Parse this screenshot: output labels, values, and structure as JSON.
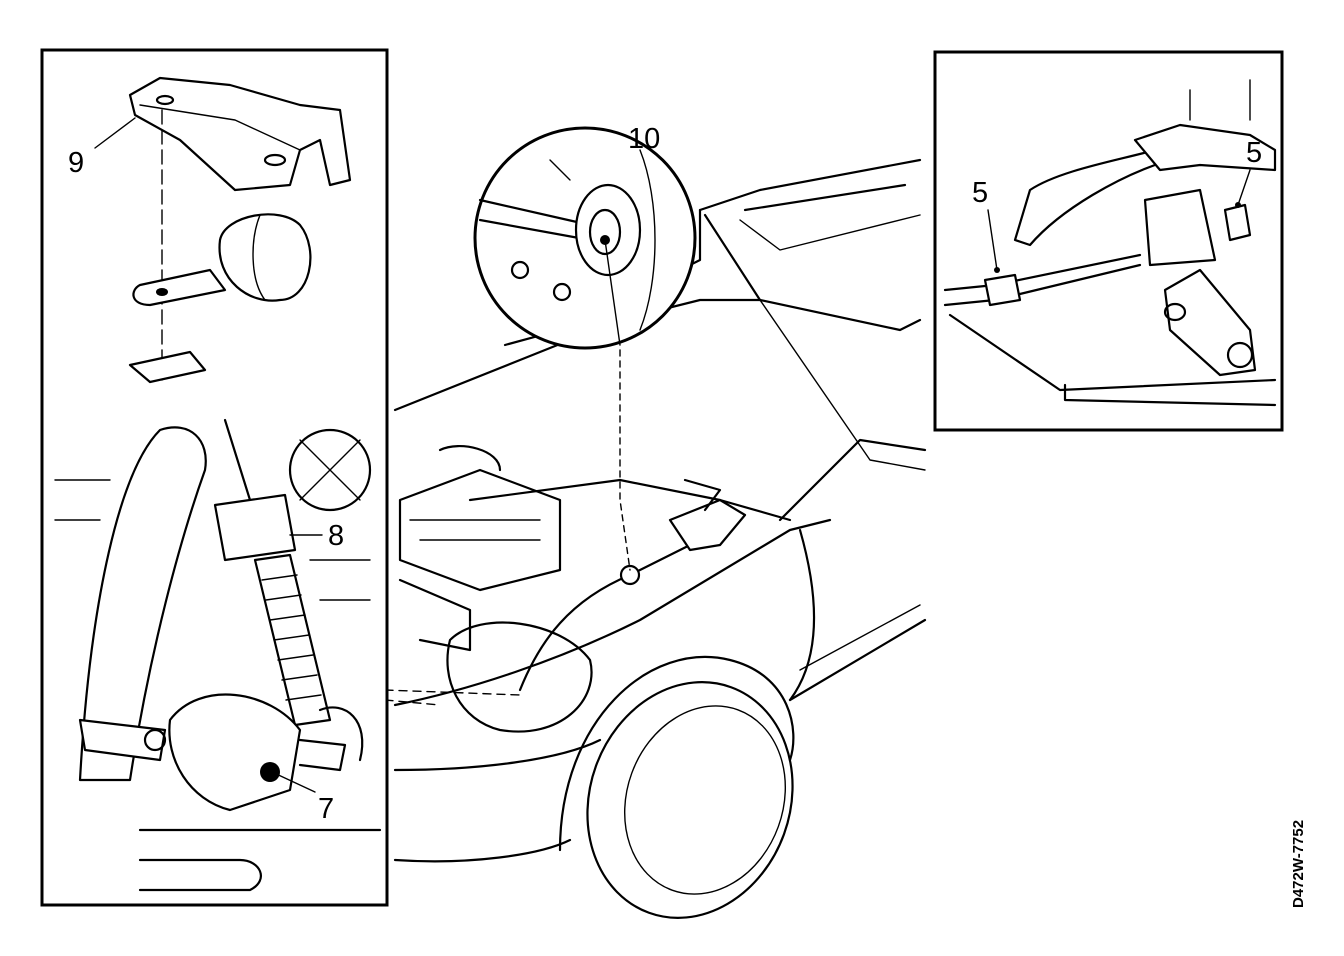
{
  "figure": {
    "reference_code": "D472W-7752",
    "callouts": {
      "part_9": "9",
      "part_10": "10",
      "part_8": "8",
      "part_7": "7",
      "part_5_left": "5",
      "part_5_right": "5"
    }
  }
}
